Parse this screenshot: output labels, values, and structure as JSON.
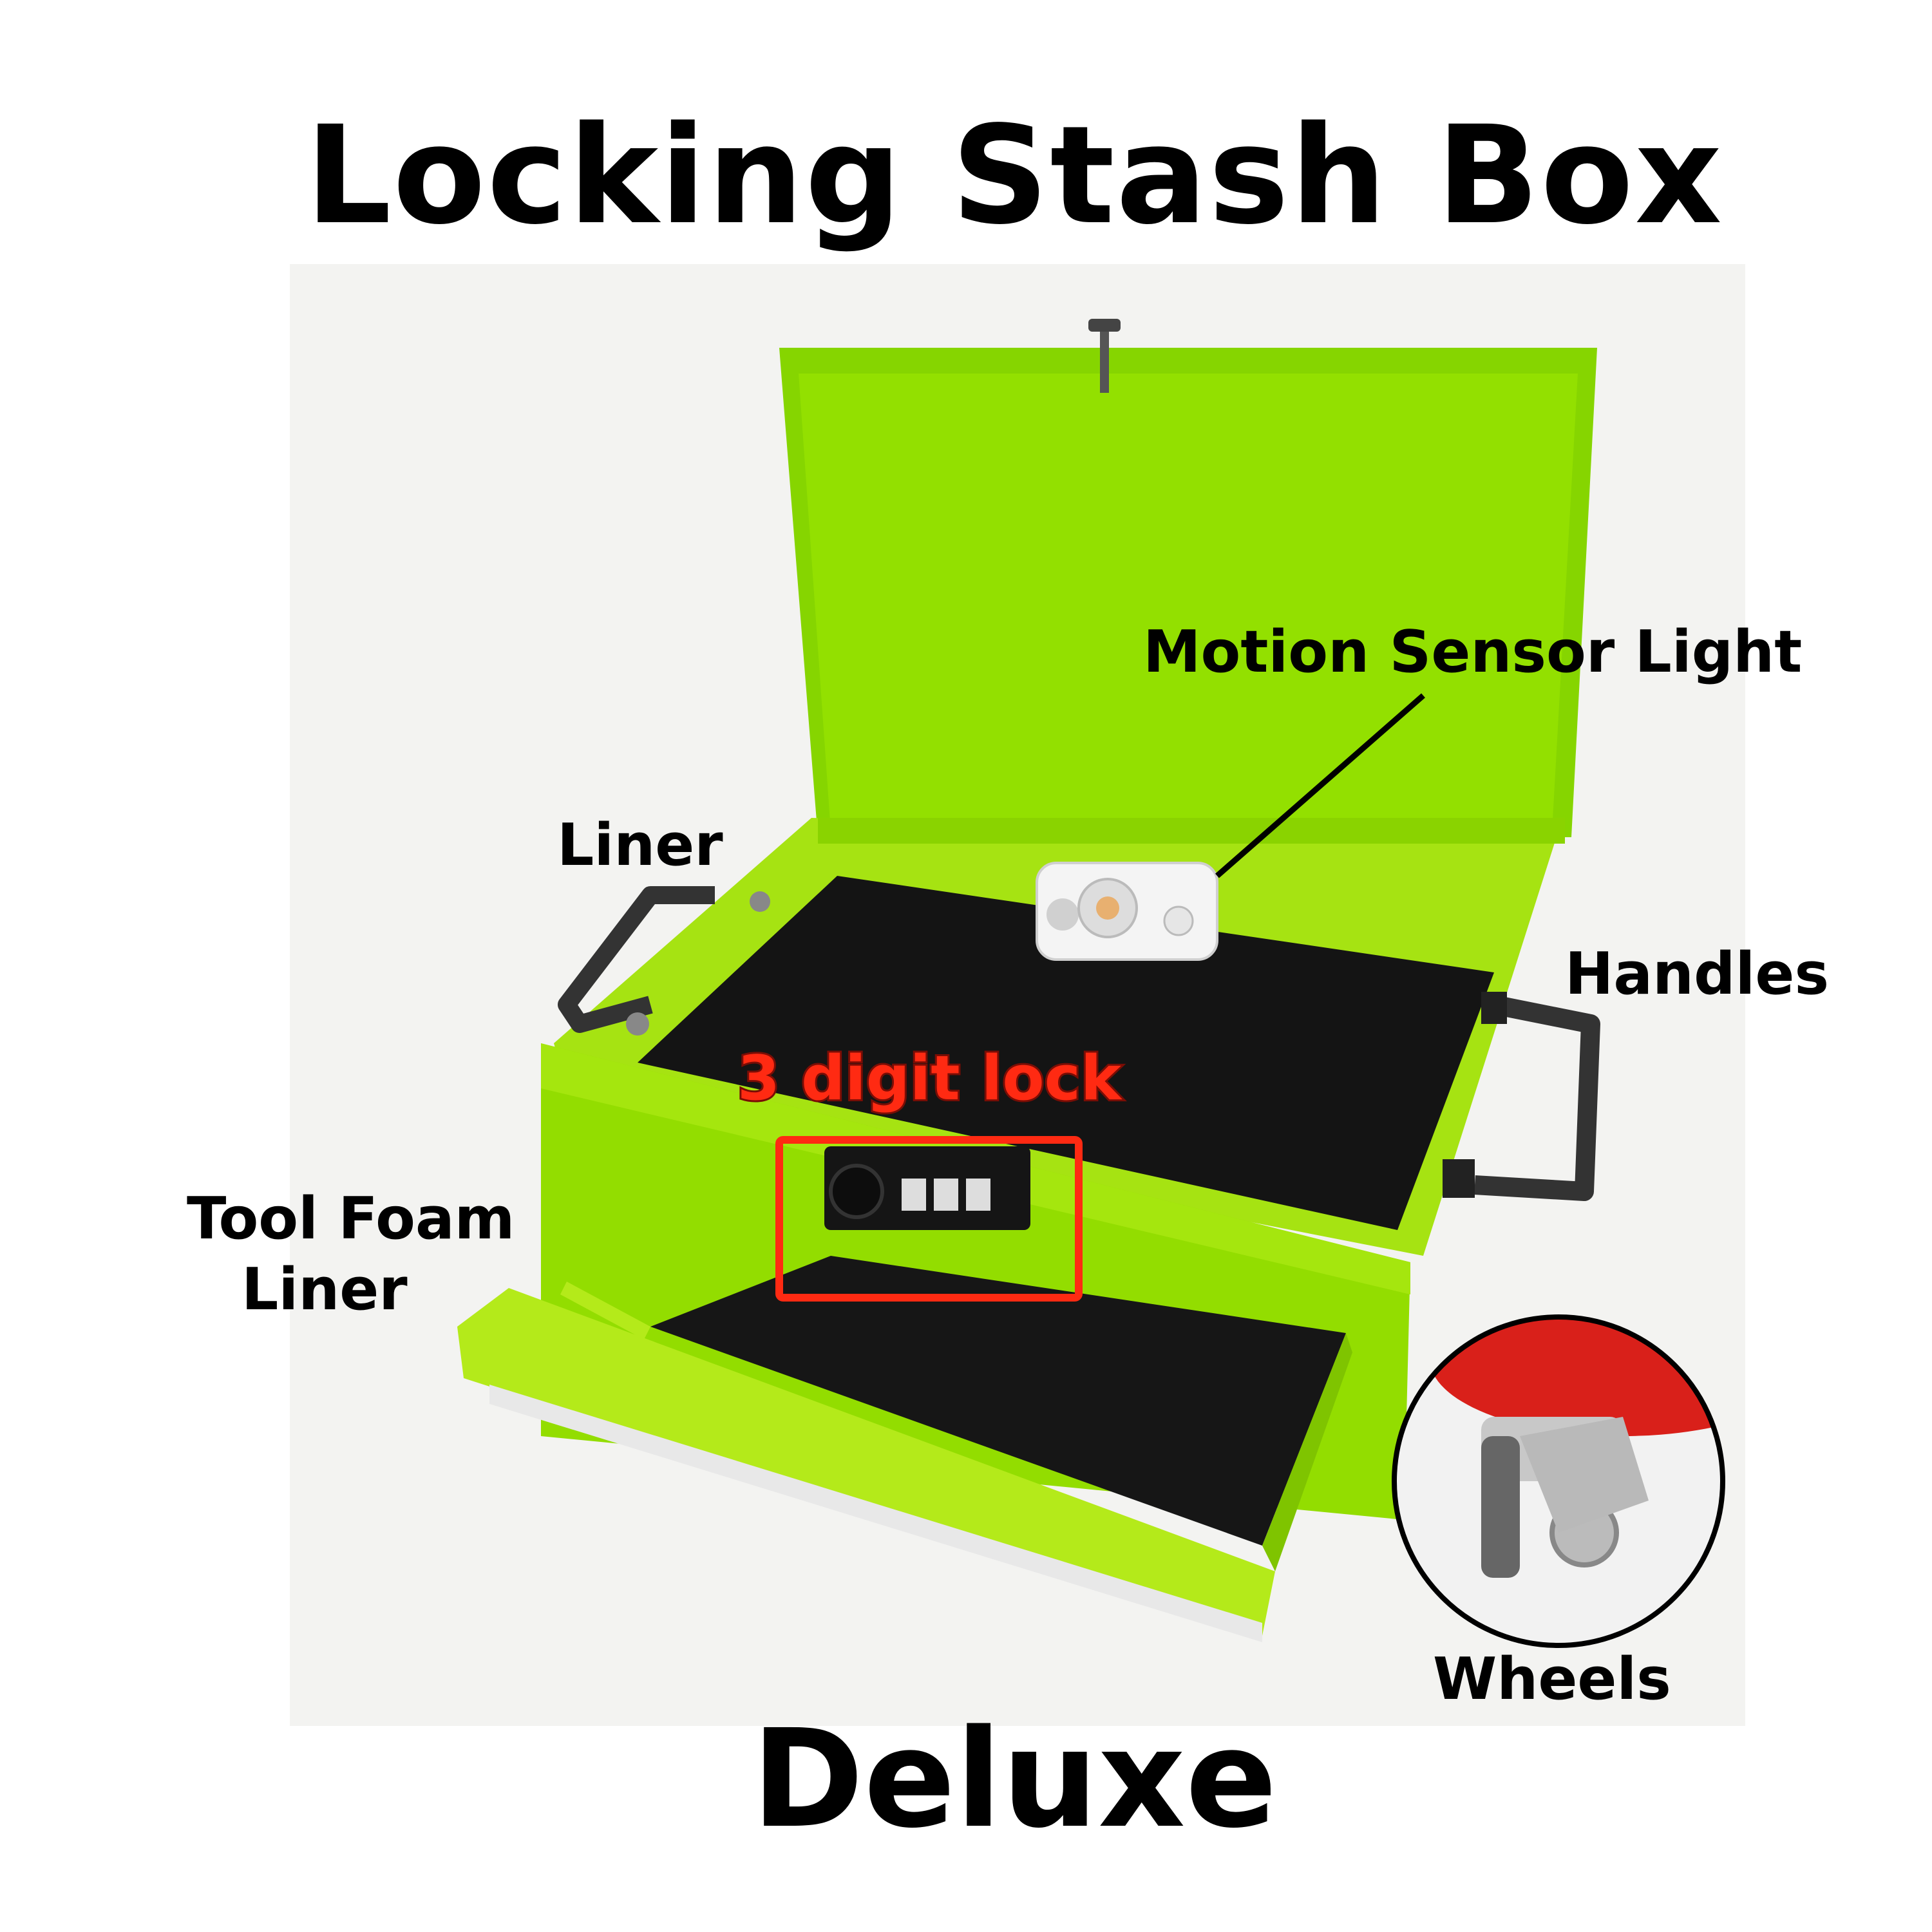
{
  "title": "Locking Stash Box",
  "subtitle": "Deluxe",
  "callouts": {
    "motion_sensor_light": "Motion Sensor Light",
    "liner": "Liner",
    "handles": "Handles",
    "lock": "3 digit lock",
    "tool_foam_liner_line1": "Tool Foam",
    "tool_foam_liner_line2": "Liner",
    "wheels": "Wheels"
  },
  "colors": {
    "box_green": "#8fdb00",
    "liner_black": "#141414",
    "highlight_red": "#ff2a12",
    "background": "#ffffff"
  }
}
